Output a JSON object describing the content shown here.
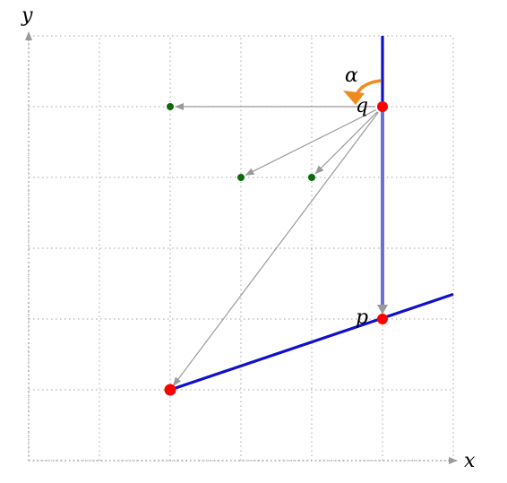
{
  "labels": {
    "x_axis": "x",
    "y_axis": "y",
    "angle": "α",
    "point_q": "q",
    "point_p": "p"
  },
  "grid": {
    "x_min": 0,
    "x_max": 6,
    "y_min": 0,
    "y_max": 6,
    "step": 1,
    "style": "dotted"
  },
  "points": {
    "q": [
      5,
      5
    ],
    "p": [
      5,
      2
    ],
    "r": [
      2,
      1
    ]
  },
  "green_points": [
    [
      2,
      5
    ],
    [
      3,
      4
    ],
    [
      4,
      4
    ]
  ],
  "blue_lines": {
    "vertical_through": [
      5,
      6
    ],
    "slanted_from": [
      2,
      1
    ],
    "slanted_to": [
      6,
      2.35
    ]
  },
  "arrows_from_q": [
    [
      2,
      5
    ],
    [
      3,
      4
    ],
    [
      4,
      4
    ],
    [
      2,
      1
    ],
    [
      5,
      2
    ]
  ],
  "colors": {
    "grid": "#b5b5b5",
    "axis": "#9a9a9a",
    "arrow": "#9a9a9a",
    "blue": "#1010cc",
    "red": "#ff0000",
    "green": "#0b6b0b",
    "angle_arc": "#f08a1c",
    "text": "#000000"
  }
}
